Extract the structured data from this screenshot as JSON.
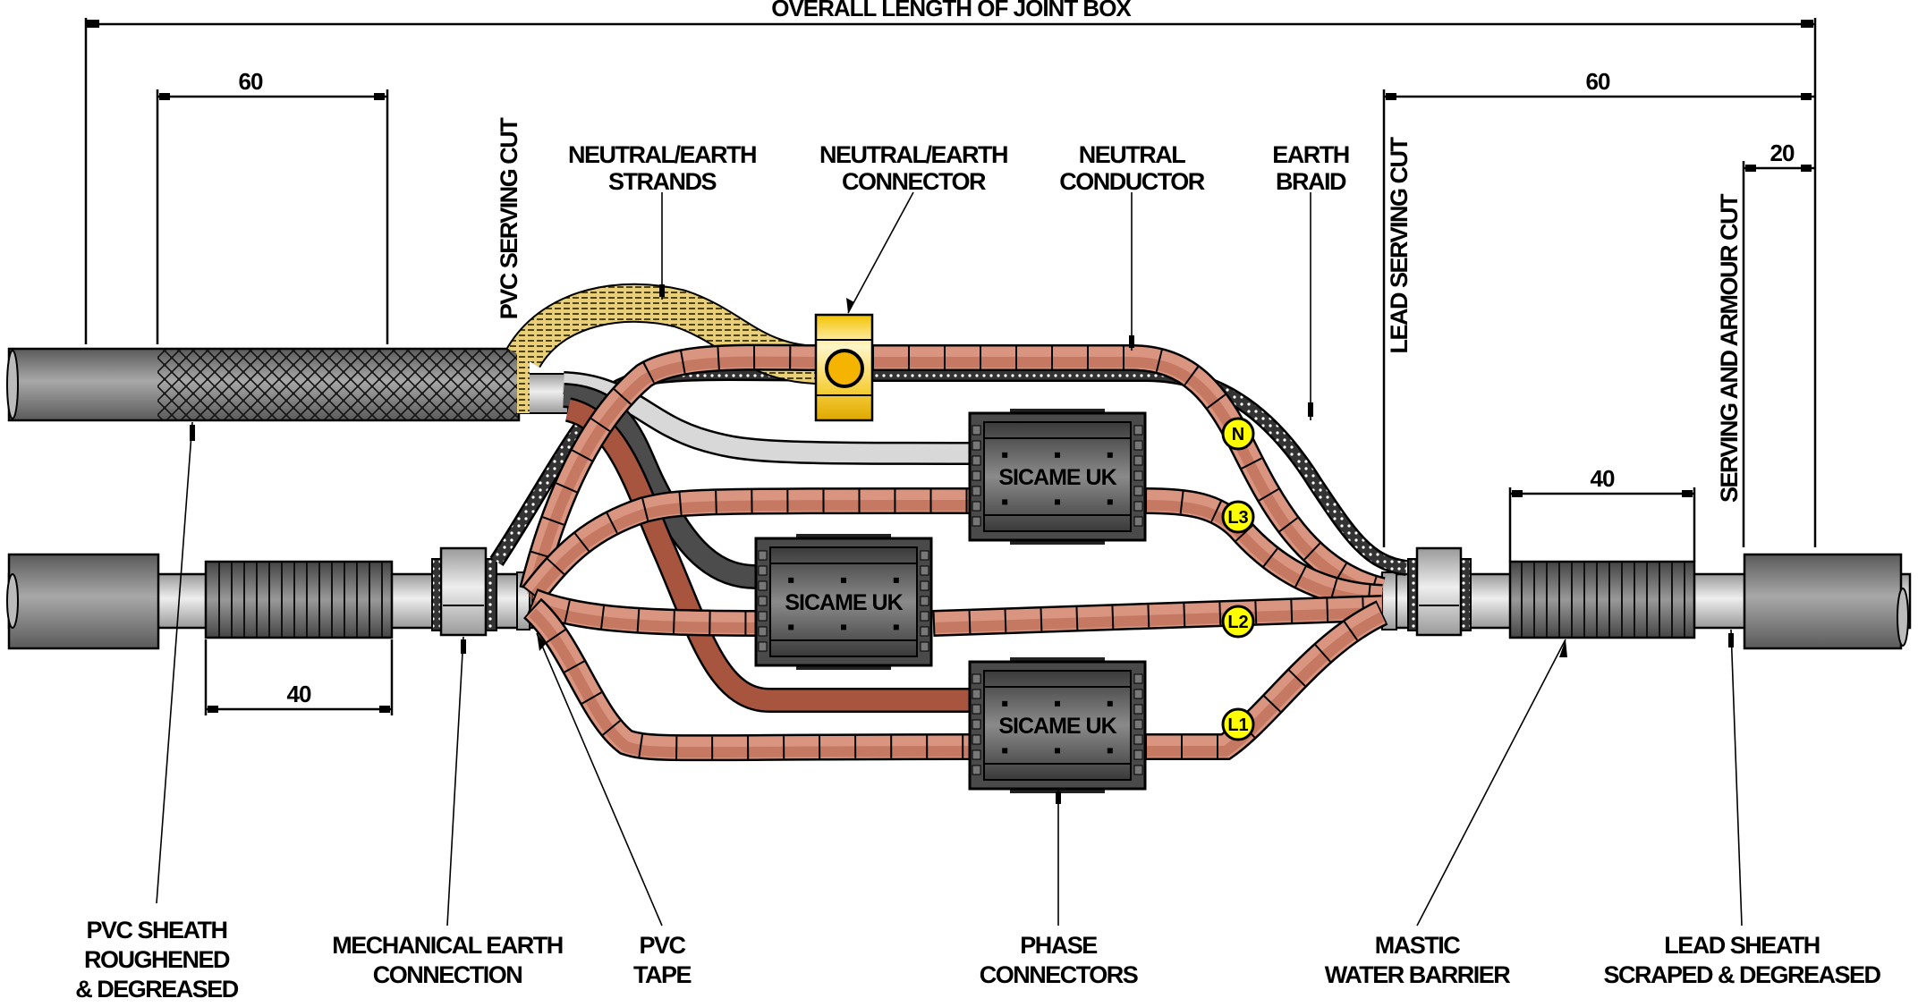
{
  "title": "Cable Joint Box Assembly Diagram",
  "dimensions": {
    "overall_length": "OVERALL LENGTH OF JOINT BOX",
    "left_pvc_strip": "60",
    "right_lead_strip": "60",
    "right_serving_armour": "20",
    "left_armour_length": "40",
    "right_armour_length": "40"
  },
  "vertical_labels": {
    "pvc_serving_cut": "PVC SERVING CUT",
    "lead_serving_cut": "LEAD SERVING CUT",
    "serving_armour_cut": "SERVING AND ARMOUR CUT"
  },
  "top_labels": [
    {
      "id": "neutral-earth-strands",
      "lines": [
        "NEUTRAL/EARTH",
        "STRANDS"
      ]
    },
    {
      "id": "neutral-earth-connector",
      "lines": [
        "NEUTRAL/EARTH",
        "CONNECTOR"
      ]
    },
    {
      "id": "neutral-conductor",
      "lines": [
        "NEUTRAL",
        "CONDUCTOR"
      ]
    },
    {
      "id": "earth-braid",
      "lines": [
        "EARTH",
        "BRAID"
      ]
    }
  ],
  "bottom_labels": [
    {
      "id": "pvc-sheath",
      "lines": [
        "PVC SHEATH",
        "ROUGHENED",
        "& DEGREASED"
      ]
    },
    {
      "id": "mechanical-earth",
      "lines": [
        "MECHANICAL EARTH",
        "CONNECTION"
      ]
    },
    {
      "id": "pvc-tape",
      "lines": [
        "PVC",
        "TAPE"
      ]
    },
    {
      "id": "phase-connectors",
      "lines": [
        "PHASE",
        "CONNECTORS"
      ]
    },
    {
      "id": "mastic-water-barrier",
      "lines": [
        "MASTIC",
        "WATER BARRIER"
      ]
    },
    {
      "id": "lead-sheath",
      "lines": [
        "LEAD SHEATH",
        "SCRAPED & DEGREASED"
      ]
    }
  ],
  "connectors": {
    "brand": "SICAME UK",
    "count": 3
  },
  "phase_badges": [
    "N",
    "L3",
    "L2",
    "L1"
  ],
  "colors": {
    "copper": "#b5634a",
    "copper_light": "#d99580",
    "badge_yellow": "#ffff00",
    "connector_gold": "#f5c400",
    "connector_body": "#4a4a4a",
    "sheath_grey": "#7a7a7a",
    "strands_tan": "#c9a75a"
  }
}
